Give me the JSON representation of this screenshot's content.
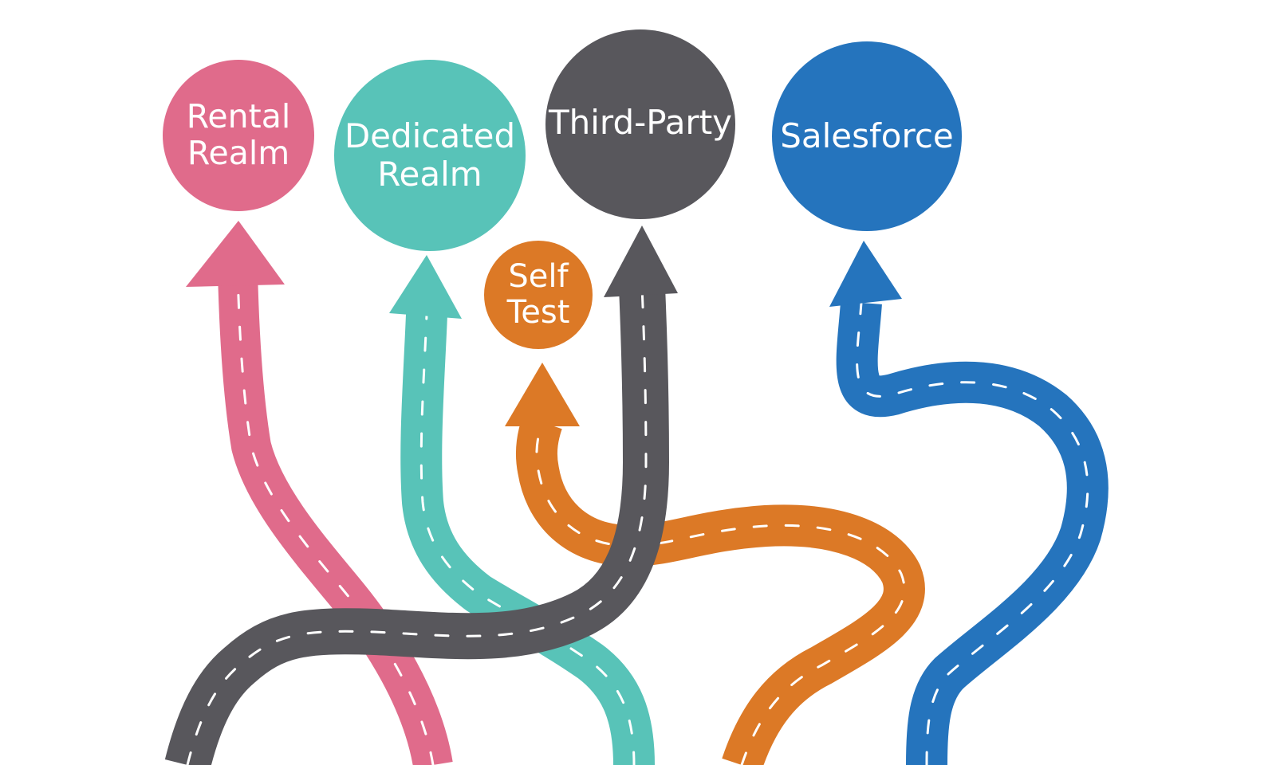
{
  "nodes": {
    "rental_realm": {
      "label": "Rental\nRealm",
      "color": "#e06b8b"
    },
    "dedicated_realm": {
      "label": "Dedicated\nRealm",
      "color": "#58c3b8"
    },
    "third_party": {
      "label": "Third-Party",
      "color": "#58575c"
    },
    "salesforce": {
      "label": "Salesforce",
      "color": "#2574bd"
    },
    "self_test": {
      "label": "Self\nTest",
      "color": "#dc7926"
    }
  },
  "roads": [
    {
      "id": "rental_realm",
      "color": "#e06b8b"
    },
    {
      "id": "dedicated_realm",
      "color": "#58c3b8"
    },
    {
      "id": "self_test",
      "color": "#dc7926"
    },
    {
      "id": "salesforce",
      "color": "#2574bd"
    },
    {
      "id": "third_party",
      "color": "#58575c"
    }
  ]
}
